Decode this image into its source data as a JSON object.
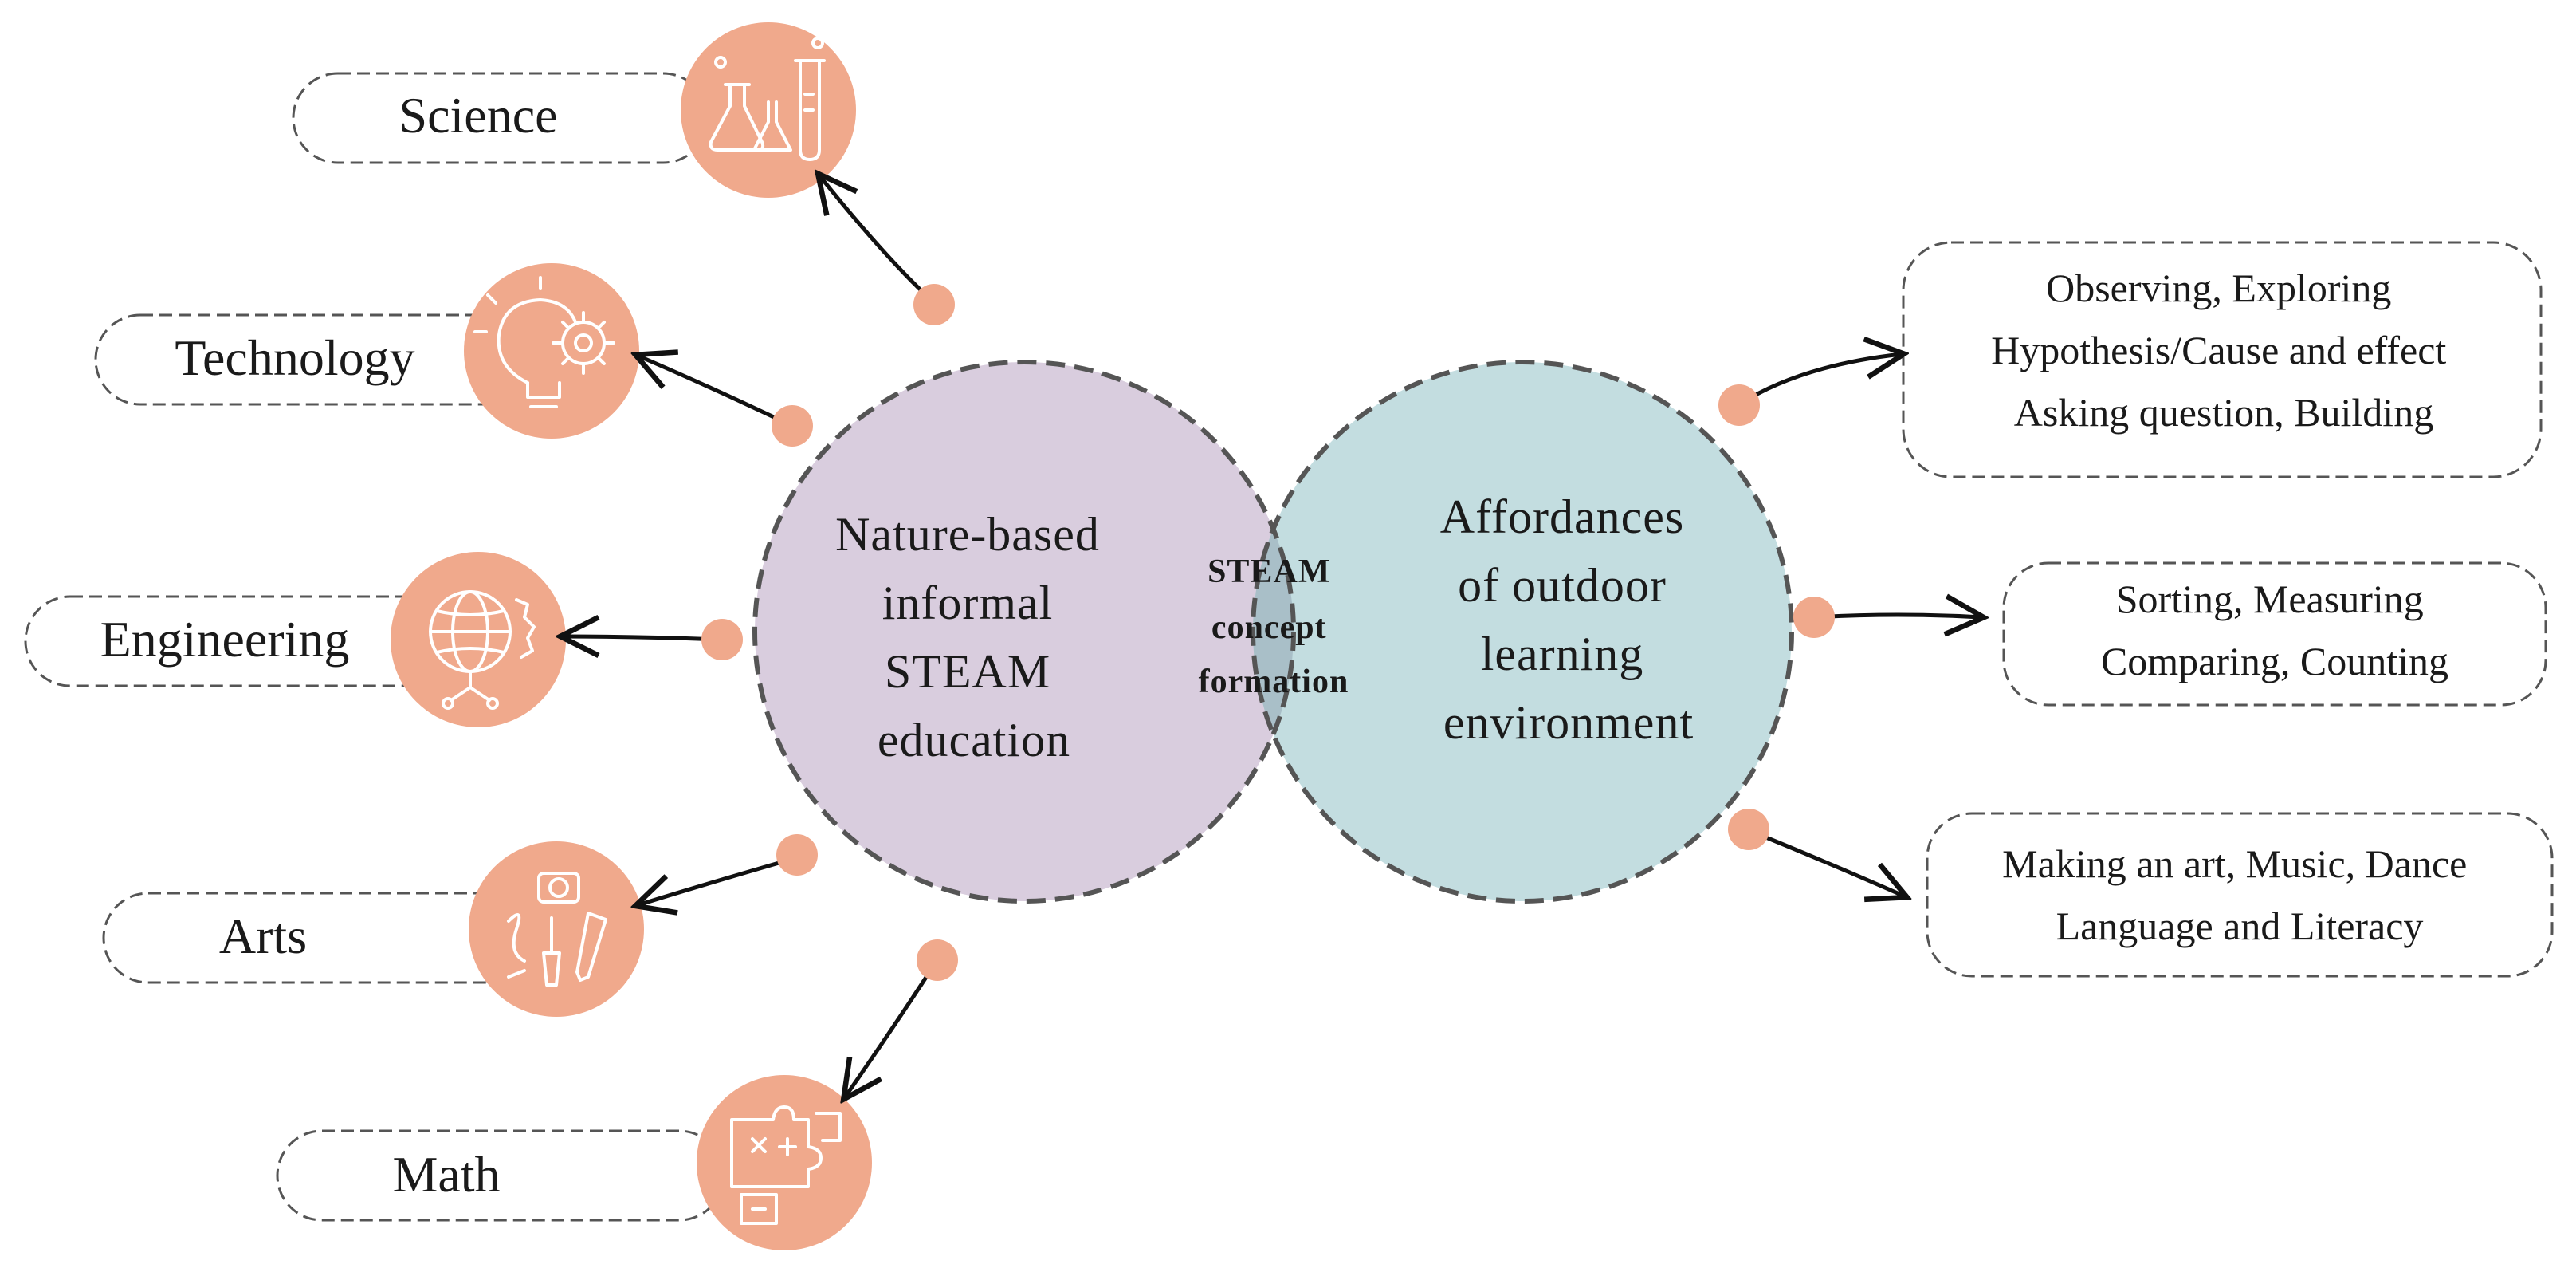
{
  "colors": {
    "left_circle": "#d9cdde",
    "right_circle": "#c3dde0",
    "overlap": "#a9bfc8",
    "node": "#f0a98c",
    "circle_border": "#555555"
  },
  "left_circle": {
    "lines": [
      "Nature-based",
      "informal",
      "STEAM",
      "education"
    ]
  },
  "right_circle": {
    "lines": [
      "Affordances",
      "of outdoor",
      "learning",
      "environment"
    ]
  },
  "center": {
    "lines": [
      "STEAM",
      "concept",
      "formation"
    ]
  },
  "disciplines": [
    {
      "label": "Science",
      "icon": "flask-icon"
    },
    {
      "label": "Technology",
      "icon": "lightbulb-gear-icon"
    },
    {
      "label": "Engineering",
      "icon": "globe-gear-icon"
    },
    {
      "label": "Arts",
      "icon": "art-tools-icon"
    },
    {
      "label": "Math",
      "icon": "puzzle-icon"
    }
  ],
  "affordances": [
    {
      "lines": [
        "Observing, Exploring",
        "Hypothesis/Cause and effect",
        "Asking question, Building"
      ]
    },
    {
      "lines": [
        "Sorting, Measuring",
        "Comparing, Counting"
      ]
    },
    {
      "lines": [
        "Making an art, Music, Dance",
        "Language and Literacy"
      ]
    }
  ]
}
